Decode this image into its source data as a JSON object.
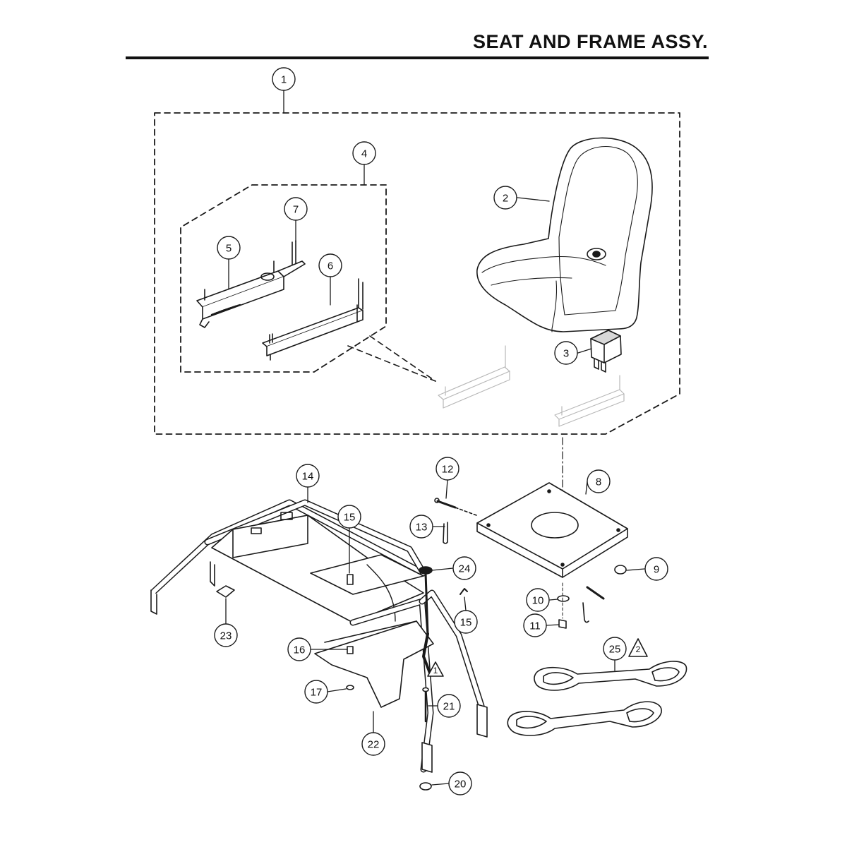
{
  "header": {
    "title": "SEAT AND FRAME ASSY."
  },
  "callouts": {
    "c1": "1",
    "c2": "2",
    "c3": "3",
    "c4": "4",
    "c5": "5",
    "c6": "6",
    "c7": "7",
    "c8": "8",
    "c9": "9",
    "c10": "10",
    "c11": "11",
    "c12": "12",
    "c13": "13",
    "c14": "14",
    "c15a": "15",
    "c15b": "15",
    "c16": "16",
    "c17": "17",
    "c20": "20",
    "c21": "21",
    "c22": "22",
    "c23": "23",
    "c24": "24",
    "c25": "25"
  },
  "notes": {
    "n1": "1",
    "n2": "2"
  }
}
